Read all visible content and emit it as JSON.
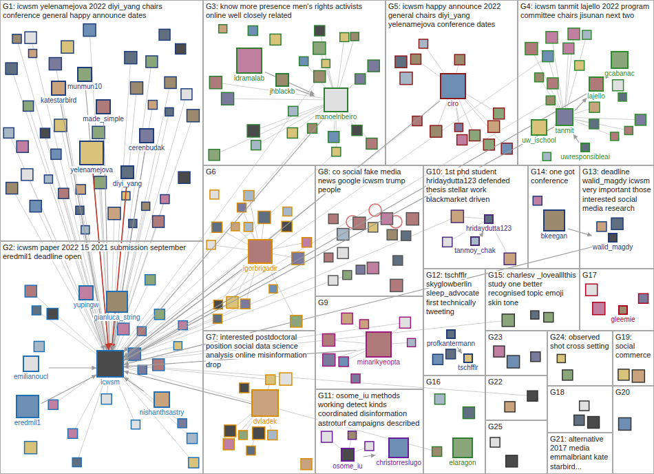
{
  "diagram": {
    "nodes": [
      {
        "text": [
          "G1: icwsm yelenamejova 2022 diyi_yang chairs conference general happy announce dates"
        ]
      },
      {
        "text": [
          "katestarbird"
        ],
        "in": 0
      },
      {
        "text": [
          "munmun10"
        ],
        "in": 0
      },
      {
        "text": [
          "made_simple"
        ],
        "in": 0
      },
      {
        "text": [
          "cerenbudak"
        ],
        "in": 0
      },
      {
        "text": [
          "yelenamejova"
        ],
        "in": 0
      },
      {
        "text": [
          "diyi_yang"
        ],
        "in": 0
      },
      {
        "text": [
          "G3: know more presence men's rights activists online well closely related"
        ]
      },
      {
        "text": [
          "idramalab"
        ],
        "in": 7
      },
      {
        "text": [
          "jhblackb"
        ],
        "in": 7
      },
      {
        "text": [
          "manoelribeiro"
        ],
        "in": 7
      },
      {
        "text": [
          "G5: icwsm happy announce 2022 general chairs diyi_yang yelenamejova conference dates"
        ]
      },
      {
        "text": [
          "ciro"
        ],
        "in": 11
      },
      {
        "text": [
          "G4: icwsm tanmit lajello 2022 program committee chairs jisunan next two"
        ]
      },
      {
        "text": [
          "gcabanac"
        ],
        "in": 13
      },
      {
        "text": [
          "lajello"
        ],
        "in": 13
      },
      {
        "text": [
          "tanmit"
        ],
        "in": 13
      },
      {
        "text": [
          "uw_ischool"
        ],
        "in": 13
      },
      {
        "text": [
          "uwresponsibleai"
        ],
        "in": 13
      },
      {
        "text": [
          "G2: icwsm paper 2022 15 2021 submission september eredmil1 deadline open"
        ]
      },
      {
        "text": [
          "yupingw"
        ],
        "in": 19
      },
      {
        "text": [
          "gianluca_string"
        ],
        "in": 19
      },
      {
        "text": [
          "emilianoucl"
        ],
        "in": 19
      },
      {
        "text": [
          "icwsm"
        ],
        "in": 19
      },
      {
        "text": [
          "eredmil1"
        ],
        "in": 19
      },
      {
        "text": [
          "nishanthsastry"
        ],
        "in": 19
      },
      {
        "text": [
          "G6"
        ]
      },
      {
        "text": [
          "igorbrigadir"
        ],
        "in": 26
      },
      {
        "text": [
          "G8: co social fake media news google icwsm trump people"
        ]
      },
      {
        "text": [
          "G10: 1st phd student hridaydutta123 defended thesis stellar work blackmarket driven"
        ]
      },
      {
        "text": [
          "hridaydutta123"
        ],
        "in": 29
      },
      {
        "text": [
          "tanmoy_chak"
        ],
        "in": 29
      },
      {
        "text": [
          "G14: one got conference"
        ]
      },
      {
        "text": [
          "bkeegan"
        ],
        "in": 32
      },
      {
        "text": [
          "G13: deadline walid_magdy icwsm very important those interested social media research"
        ]
      },
      {
        "text": [
          "walid_magdy"
        ],
        "in": 34
      },
      {
        "text": [
          "G7: interested postdoctoral position social data science analysis online misinformation drop"
        ]
      },
      {
        "text": [
          "dvladek"
        ],
        "in": 36
      },
      {
        "text": [
          "G9"
        ]
      },
      {
        "text": [
          "minarikyeopta"
        ],
        "in": 38
      },
      {
        "text": [
          "G12: tschfflr skyglowberlin sleep_advocate first technically tweeting"
        ]
      },
      {
        "text": [
          "tschfflr"
        ],
        "in": 40
      },
      {
        "text": [
          "profkantermann"
        ],
        "in": 40
      },
      {
        "text": [
          "G15: charlesv _lovealllthis study one better recognised topic emoji skin tone"
        ]
      },
      {
        "text": [
          "G17"
        ]
      },
      {
        "text": [
          "gleemie"
        ],
        "in": 44
      },
      {
        "text": [
          "G11: osome_iu methods working detect kinds coordinated disinformation astroturf campaigns described"
        ]
      },
      {
        "text": [
          "osome_iu"
        ],
        "in": 46
      },
      {
        "text": [
          "christorreslugo"
        ],
        "in": 46
      },
      {
        "text": [
          "G16"
        ]
      },
      {
        "text": [
          "elaragon"
        ],
        "in": 49
      },
      {
        "text": [
          "G23"
        ]
      },
      {
        "text": [
          "G24: observed shot cross setting"
        ]
      },
      {
        "text": [
          "G19: social commerce"
        ]
      },
      {
        "text": [
          "G22"
        ]
      },
      {
        "text": [
          "G18"
        ]
      },
      {
        "text": [
          "G20"
        ]
      },
      {
        "text": [
          "G25"
        ]
      },
      {
        "text": [
          "G21: alternative 2017 media emmalbriant kate starbird..."
        ]
      }
    ],
    "edges": [
      {
        "from": 1,
        "to": 23,
        "arrow": "to"
      },
      {
        "from": 2,
        "to": 23,
        "arrow": "to"
      },
      {
        "from": 3,
        "to": 23,
        "arrow": "to"
      },
      {
        "from": 4,
        "to": 23,
        "arrow": "to"
      },
      {
        "from": 5,
        "to": 23,
        "arrow": "to"
      },
      {
        "from": 6,
        "to": 23,
        "arrow": "to"
      },
      {
        "from": 8,
        "to": 10,
        "arrow": "to"
      },
      {
        "from": 9,
        "to": 10,
        "arrow": "to"
      },
      {
        "from": 10,
        "to": 23,
        "arrow": "to"
      },
      {
        "from": 12,
        "to": 23,
        "arrow": "to"
      },
      {
        "from": 14,
        "to": 15,
        "arrow": "to"
      },
      {
        "from": 16,
        "to": 15,
        "arrow": "to"
      },
      {
        "from": 17,
        "to": 16,
        "arrow": "to"
      },
      {
        "from": 18,
        "to": 16,
        "arrow": "to"
      },
      {
        "from": 15,
        "to": 23,
        "arrow": "to"
      },
      {
        "from": 16,
        "to": 23,
        "arrow": "to"
      },
      {
        "from": 20,
        "to": 23,
        "arrow": "to"
      },
      {
        "from": 21,
        "to": 23,
        "arrow": "to"
      },
      {
        "from": 22,
        "to": 23,
        "arrow": "to"
      },
      {
        "from": 24,
        "to": 23,
        "arrow": "to"
      },
      {
        "from": 25,
        "to": 23,
        "arrow": "to"
      },
      {
        "from": 27,
        "to": 23,
        "arrow": "to"
      },
      {
        "from": 31,
        "to": 30,
        "arrow": "to"
      },
      {
        "from": 33,
        "to": 35,
        "arrow": "to"
      },
      {
        "from": 35,
        "to": 23,
        "arrow": "to"
      },
      {
        "from": 37,
        "to": 23,
        "arrow": "to"
      },
      {
        "from": 39,
        "to": 23,
        "arrow": "to"
      },
      {
        "from": 47,
        "to": 48,
        "arrow": "to"
      },
      {
        "from": 42,
        "to": 41,
        "arrow": "to"
      }
    ]
  }
}
